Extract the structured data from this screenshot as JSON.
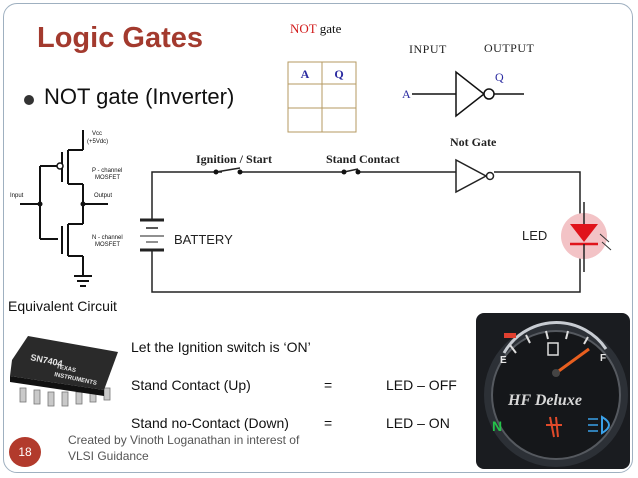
{
  "slide": {
    "title": "Logic Gates",
    "bullet": "NOT gate (Inverter)",
    "number": "18",
    "footer_line1": "Created by Vinoth Loganathan in interest of",
    "footer_line2": "VLSI Guidance"
  },
  "truth_table": {
    "caption_word": "NOT",
    "caption_rest": "gate",
    "headers": [
      "A",
      "Q"
    ],
    "rows": [
      [
        "",
        ""
      ],
      [
        "",
        ""
      ]
    ]
  },
  "symbol": {
    "input_heading": "INPUT",
    "output_heading": "OUTPUT",
    "input_label": "A",
    "output_label": "Q"
  },
  "cmos": {
    "vcc": "Vcc",
    "vcc_value": "(+5Vdc)",
    "pmos_line1": "P - channel",
    "pmos_line2": "MOSFET",
    "nmos_line1": "N - channel",
    "nmos_line2": "MOSFET",
    "input": "Input",
    "output": "Output"
  },
  "circuit": {
    "ignition": "Ignition / Start",
    "stand_contact": "Stand Contact",
    "not_gate": "Not Gate",
    "battery": "BATTERY",
    "led": "LED"
  },
  "equivalent": "Equivalent Circuit",
  "chip_label": "SN7404",
  "chip_brand_1": "TEXAS",
  "chip_brand_2": "INSTRUMENTS",
  "statements": {
    "line1": "Let the Ignition switch is ‘ON’",
    "row1": {
      "left": "Stand Contact (Up)",
      "eq": "=",
      "right": "LED – OFF"
    },
    "row2": {
      "left": "Stand no-Contact  (Down)",
      "eq": "=",
      "right": "LED – ON"
    }
  },
  "dashboard": {
    "e": "E",
    "f": "F",
    "n": "N",
    "brand": "HF Deluxe"
  },
  "colors": {
    "title": "#a33a2e",
    "accent_red": "#b23a2c",
    "led_red": "#e0141b",
    "led_glow": "#f3c3c6"
  }
}
